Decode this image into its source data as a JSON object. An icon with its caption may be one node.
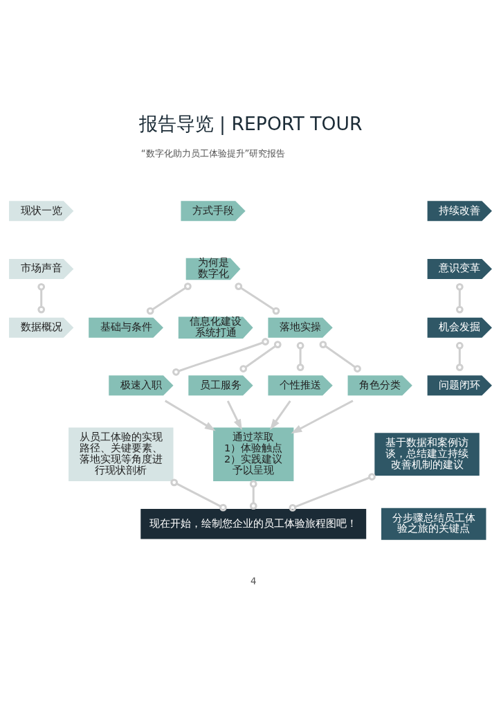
{
  "diagram": {
    "title": "报告导览 | REPORT TOUR",
    "nodes": [
      {
        "text": [
          "现状一览"
        ]
      },
      {
        "text": [
          "方式手段"
        ]
      },
      {
        "text": [
          "持续改善"
        ]
      },
      {
        "text": [
          "市场声音"
        ]
      },
      {
        "text": [
          "数据概况"
        ]
      },
      {
        "text": [
          "为何是数字化"
        ]
      },
      {
        "text": [
          "基础与条件"
        ]
      },
      {
        "text": [
          "信息化建设系统打通"
        ]
      },
      {
        "text": [
          "落地实操"
        ]
      },
      {
        "text": [
          "极速入职"
        ]
      },
      {
        "text": [
          "员工服务"
        ]
      },
      {
        "text": [
          "个性推送"
        ]
      },
      {
        "text": [
          "角色分类"
        ]
      },
      {
        "text": [
          "意识变革"
        ]
      },
      {
        "text": [
          "机会发掘"
        ]
      },
      {
        "text": [
          "问题闭环"
        ]
      },
      {
        "text": [
          "从员工体验的实现路径、关键要素、落地实现等角度进行现状剖析"
        ]
      },
      {
        "text": [
          "通过萃取",
          "1）体验触点",
          "2）实践建议",
          "予以呈现"
        ]
      },
      {
        "text": [
          "基于数据和案例访谈，总结建立持续改善机制的建议"
        ]
      },
      {
        "text": [
          "现在开始，绘制您企业的员工体验旅程图吧！"
        ]
      },
      {
        "text": [
          "分步骤总结员工体验之旅的关键点"
        ]
      }
    ],
    "edges": [
      {
        "from": 3,
        "to": 4,
        "arrow": "other"
      },
      {
        "from": 5,
        "to": 6,
        "arrow": "other"
      },
      {
        "from": 5,
        "to": 8,
        "arrow": "other"
      },
      {
        "from": 8,
        "to": 9,
        "arrow": "other"
      },
      {
        "from": 8,
        "to": 10,
        "arrow": "other"
      },
      {
        "from": 8,
        "to": 11,
        "arrow": "other"
      },
      {
        "from": 8,
        "to": 12,
        "arrow": "other"
      },
      {
        "from": 9,
        "to": 17,
        "arrow": "to"
      },
      {
        "from": 10,
        "to": 17,
        "arrow": "to"
      },
      {
        "from": 11,
        "to": 17,
        "arrow": "to"
      },
      {
        "from": 12,
        "to": 17,
        "arrow": "to"
      },
      {
        "from": 13,
        "to": 14,
        "arrow": "other"
      },
      {
        "from": 14,
        "to": 15,
        "arrow": "other"
      },
      {
        "from": 16,
        "to": 19,
        "arrow": "other"
      },
      {
        "from": 17,
        "to": 19,
        "arrow": "other"
      },
      {
        "from": 18,
        "to": 19,
        "arrow": "other"
      }
    ],
    "labels": [
      "“数字化助力员工体验提升”研究报告",
      "4"
    ]
  }
}
